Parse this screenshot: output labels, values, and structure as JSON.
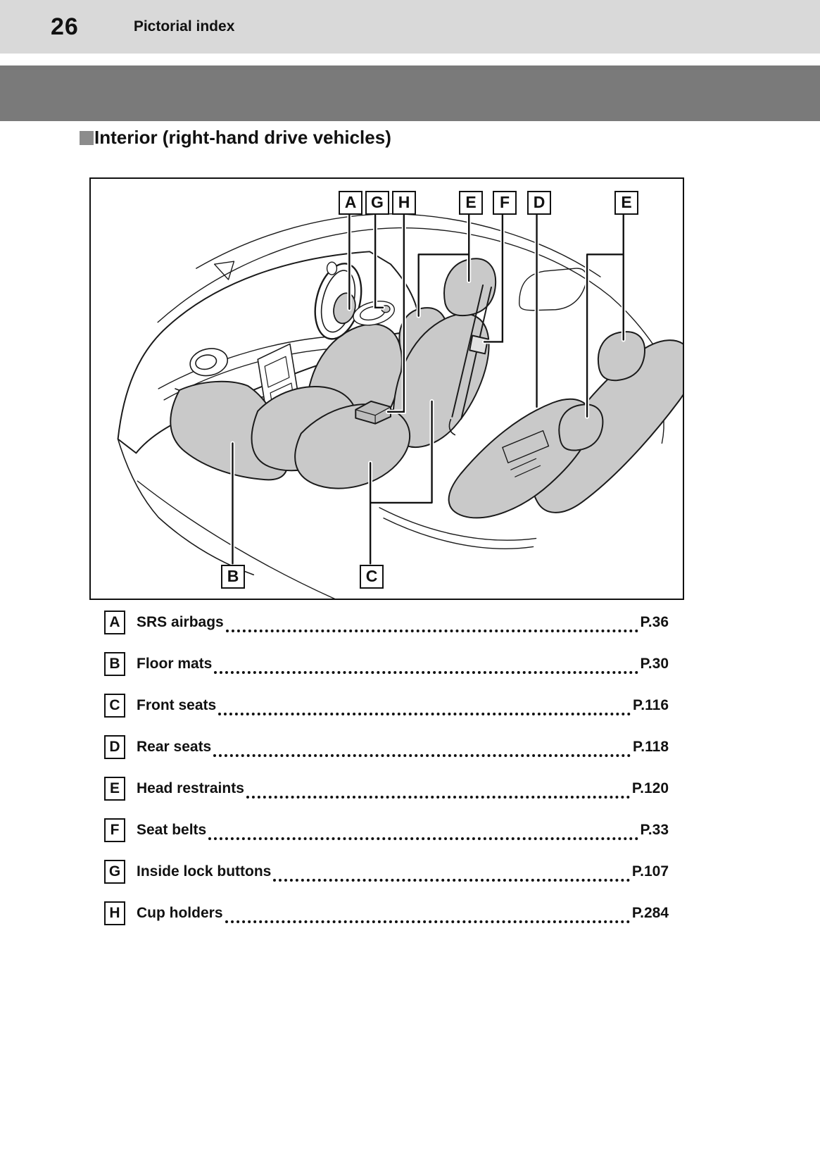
{
  "page": {
    "number": "26",
    "section_title": "Pictorial index"
  },
  "heading": {
    "text": "Interior (right-hand drive vehicles)"
  },
  "diagram": {
    "callouts_top": [
      "A",
      "G",
      "H",
      "E",
      "F",
      "D",
      "E"
    ],
    "callouts_bottom": [
      "B",
      "C"
    ]
  },
  "legend": {
    "items": [
      {
        "key": "A",
        "label": "SRS airbags",
        "page": "P.36"
      },
      {
        "key": "B",
        "label": "Floor mats",
        "page": "P.30"
      },
      {
        "key": "C",
        "label": "Front seats",
        "page": "P.116"
      },
      {
        "key": "D",
        "label": "Rear seats",
        "page": "P.118"
      },
      {
        "key": "E",
        "label": "Head restraints",
        "page": "P.120"
      },
      {
        "key": "F",
        "label": "Seat belts",
        "page": "P.33"
      },
      {
        "key": "G",
        "label": "Inside lock buttons",
        "page": "P.107"
      },
      {
        "key": "H",
        "label": "Cup holders",
        "page": "P.284"
      }
    ]
  },
  "colors": {
    "header_bg": "#d9d9d9",
    "band_bg": "#7a7a7a",
    "seat_fill": "#c9c9c9",
    "line": "#1a1a1a"
  }
}
